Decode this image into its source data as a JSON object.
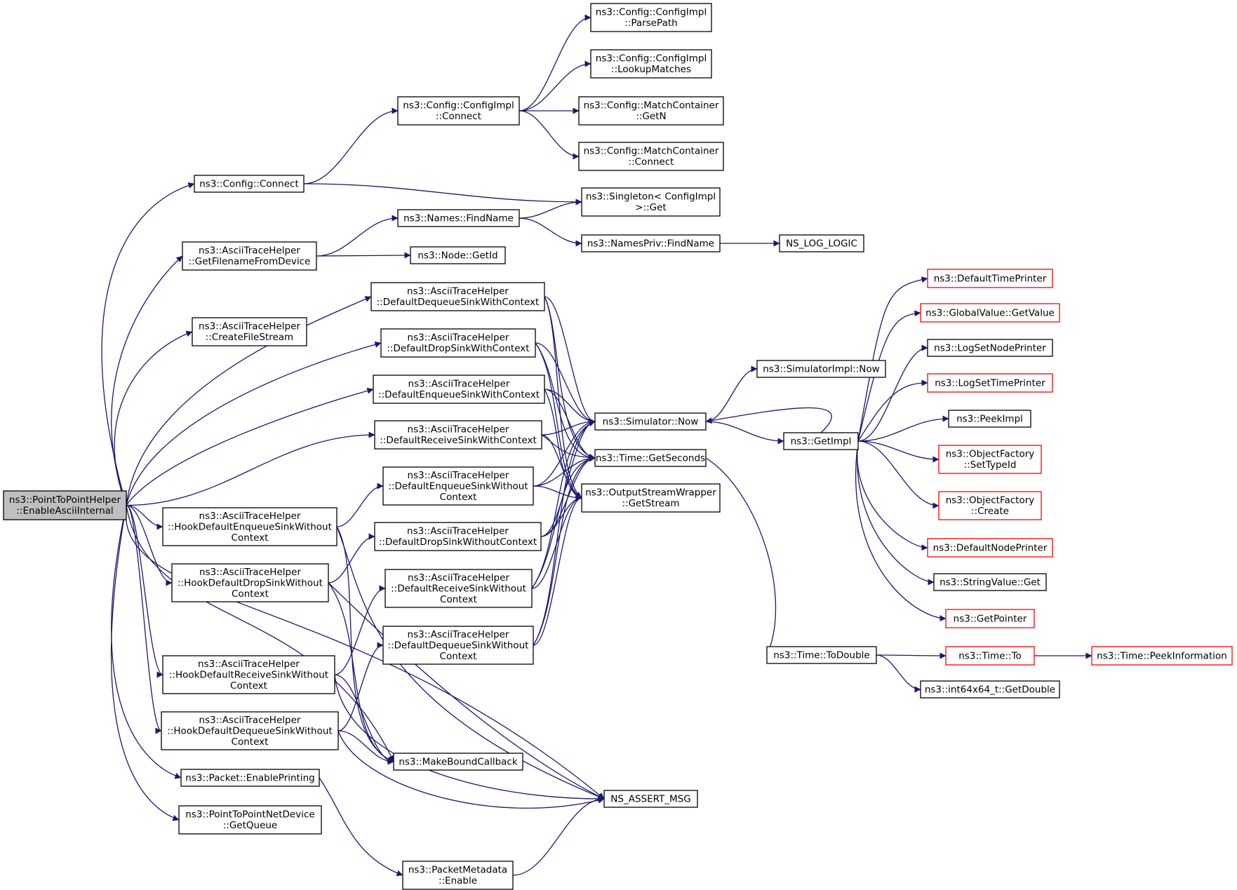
{
  "colors": {
    "edge": "#191970",
    "node_border": "#000000",
    "node_fill": "#ffffff",
    "root_fill": "#bfbfbf",
    "truncated_border": "#ff0000"
  },
  "nodes": [
    {
      "id": "root",
      "lines": [
        "ns3::PointToPointHelper",
        "::EnableAsciiInternal"
      ],
      "style": "root"
    },
    {
      "id": "cfg_connect",
      "lines": [
        "ns3::Config::Connect"
      ]
    },
    {
      "id": "get_filename",
      "lines": [
        "ns3::AsciiTraceHelper",
        "::GetFilenameFromDevice"
      ]
    },
    {
      "id": "create_file_stream",
      "lines": [
        "ns3::AsciiTraceHelper",
        "::CreateFileStream"
      ]
    },
    {
      "id": "hook_enq_wo",
      "lines": [
        "ns3::AsciiTraceHelper",
        "::HookDefaultEnqueueSinkWithout",
        "Context"
      ]
    },
    {
      "id": "hook_drop_wo",
      "lines": [
        "ns3::AsciiTraceHelper",
        "::HookDefaultDropSinkWithout",
        "Context"
      ]
    },
    {
      "id": "hook_recv_wo",
      "lines": [
        "ns3::AsciiTraceHelper",
        "::HookDefaultReceiveSinkWithout",
        "Context"
      ]
    },
    {
      "id": "hook_deq_wo",
      "lines": [
        "ns3::AsciiTraceHelper",
        "::HookDefaultDequeueSinkWithout",
        "Context"
      ]
    },
    {
      "id": "pkt_enable_printing",
      "lines": [
        "ns3::Packet::EnablePrinting"
      ]
    },
    {
      "id": "p2p_get_queue",
      "lines": [
        "ns3::PointToPointNetDevice",
        "::GetQueue"
      ]
    },
    {
      "id": "cfgimpl_connect",
      "lines": [
        "ns3::Config::ConfigImpl",
        "::Connect"
      ]
    },
    {
      "id": "names_findname",
      "lines": [
        "ns3::Names::FindName"
      ]
    },
    {
      "id": "node_getid",
      "lines": [
        "ns3::Node::GetId"
      ]
    },
    {
      "id": "def_deq_ctx",
      "lines": [
        "ns3::AsciiTraceHelper",
        "::DefaultDequeueSinkWithContext"
      ]
    },
    {
      "id": "def_drop_ctx",
      "lines": [
        "ns3::AsciiTraceHelper",
        "::DefaultDropSinkWithContext"
      ]
    },
    {
      "id": "def_enq_ctx",
      "lines": [
        "ns3::AsciiTraceHelper",
        "::DefaultEnqueueSinkWithContext"
      ]
    },
    {
      "id": "def_recv_ctx",
      "lines": [
        "ns3::AsciiTraceHelper",
        "::DefaultReceiveSinkWithContext"
      ]
    },
    {
      "id": "def_enq_wo",
      "lines": [
        "ns3::AsciiTraceHelper",
        "::DefaultEnqueueSinkWithout",
        "Context"
      ]
    },
    {
      "id": "def_drop_wo",
      "lines": [
        "ns3::AsciiTraceHelper",
        "::DefaultDropSinkWithoutContext"
      ]
    },
    {
      "id": "def_recv_wo",
      "lines": [
        "ns3::AsciiTraceHelper",
        "::DefaultReceiveSinkWithout",
        "Context"
      ]
    },
    {
      "id": "def_deq_wo",
      "lines": [
        "ns3::AsciiTraceHelper",
        "::DefaultDequeueSinkWithout",
        "Context"
      ]
    },
    {
      "id": "make_bound_cb",
      "lines": [
        "ns3::MakeBoundCallback"
      ]
    },
    {
      "id": "pktmeta_enable",
      "lines": [
        "ns3::PacketMetadata",
        "::Enable"
      ]
    },
    {
      "id": "cfgimpl_parsepath",
      "lines": [
        "ns3::Config::ConfigImpl",
        "::ParsePath"
      ]
    },
    {
      "id": "cfgimpl_lookupmatches",
      "lines": [
        "ns3::Config::ConfigImpl",
        "::LookupMatches"
      ]
    },
    {
      "id": "mc_getn",
      "lines": [
        "ns3::Config::MatchContainer",
        "::GetN"
      ]
    },
    {
      "id": "mc_connect",
      "lines": [
        "ns3::Config::MatchContainer",
        "::Connect"
      ]
    },
    {
      "id": "singleton_get",
      "lines": [
        "ns3::Singleton< ConfigImpl",
        " >::Get"
      ]
    },
    {
      "id": "namespriv_findname",
      "lines": [
        "ns3::NamesPriv::FindName"
      ]
    },
    {
      "id": "sim_now",
      "lines": [
        "ns3::Simulator::Now"
      ]
    },
    {
      "id": "time_getseconds",
      "lines": [
        "ns3::Time::GetSeconds"
      ]
    },
    {
      "id": "osw_getstream",
      "lines": [
        "ns3::OutputStreamWrapper",
        "::GetStream"
      ]
    },
    {
      "id": "ns_assert_msg",
      "lines": [
        "NS_ASSERT_MSG"
      ]
    },
    {
      "id": "ns_log_logic",
      "lines": [
        "NS_LOG_LOGIC"
      ]
    },
    {
      "id": "simimpl_now",
      "lines": [
        "ns3::SimulatorImpl::Now"
      ]
    },
    {
      "id": "getimpl",
      "lines": [
        "ns3::GetImpl"
      ]
    },
    {
      "id": "time_todouble",
      "lines": [
        "ns3::Time::ToDouble"
      ]
    },
    {
      "id": "def_time_printer",
      "lines": [
        "ns3::DefaultTimePrinter"
      ],
      "style": "truncated"
    },
    {
      "id": "gv_getvalue",
      "lines": [
        "ns3::GlobalValue::GetValue"
      ],
      "style": "truncated"
    },
    {
      "id": "log_set_node_printer",
      "lines": [
        "ns3::LogSetNodePrinter"
      ]
    },
    {
      "id": "log_set_time_printer",
      "lines": [
        "ns3::LogSetTimePrinter"
      ],
      "style": "truncated"
    },
    {
      "id": "peekimpl",
      "lines": [
        "ns3::PeekImpl"
      ]
    },
    {
      "id": "of_settypeid",
      "lines": [
        "ns3::ObjectFactory",
        "::SetTypeId"
      ],
      "style": "truncated"
    },
    {
      "id": "of_create",
      "lines": [
        "ns3::ObjectFactory",
        "::Create"
      ],
      "style": "truncated"
    },
    {
      "id": "def_node_printer",
      "lines": [
        "ns3::DefaultNodePrinter"
      ],
      "style": "truncated"
    },
    {
      "id": "stringvalue_get",
      "lines": [
        "ns3::StringValue::Get"
      ]
    },
    {
      "id": "getpointer",
      "lines": [
        "ns3::GetPointer"
      ],
      "style": "truncated"
    },
    {
      "id": "time_to",
      "lines": [
        "ns3::Time::To"
      ],
      "style": "truncated"
    },
    {
      "id": "int64_getdouble",
      "lines": [
        "ns3::int64x64_t::GetDouble"
      ]
    },
    {
      "id": "time_peekinfo",
      "lines": [
        "ns3::Time::PeekInformation"
      ],
      "style": "truncated"
    }
  ],
  "edges": [
    [
      "root",
      "cfg_connect"
    ],
    [
      "root",
      "get_filename"
    ],
    [
      "root",
      "create_file_stream"
    ],
    [
      "root",
      "def_deq_ctx"
    ],
    [
      "root",
      "def_drop_ctx"
    ],
    [
      "root",
      "def_enq_ctx"
    ],
    [
      "root",
      "def_recv_ctx"
    ],
    [
      "root",
      "hook_enq_wo"
    ],
    [
      "root",
      "hook_drop_wo"
    ],
    [
      "root",
      "hook_recv_wo"
    ],
    [
      "root",
      "hook_deq_wo"
    ],
    [
      "root",
      "pkt_enable_printing"
    ],
    [
      "root",
      "p2p_get_queue"
    ],
    [
      "root",
      "make_bound_cb"
    ],
    [
      "root",
      "ns_assert_msg"
    ],
    [
      "cfg_connect",
      "cfgimpl_connect"
    ],
    [
      "cfg_connect",
      "singleton_get"
    ],
    [
      "cfgimpl_connect",
      "cfgimpl_parsepath"
    ],
    [
      "cfgimpl_connect",
      "cfgimpl_lookupmatches"
    ],
    [
      "cfgimpl_connect",
      "mc_getn"
    ],
    [
      "cfgimpl_connect",
      "mc_connect"
    ],
    [
      "get_filename",
      "names_findname"
    ],
    [
      "get_filename",
      "node_getid"
    ],
    [
      "names_findname",
      "singleton_get"
    ],
    [
      "names_findname",
      "namespriv_findname"
    ],
    [
      "namespriv_findname",
      "ns_log_logic"
    ],
    [
      "def_deq_ctx",
      "sim_now"
    ],
    [
      "def_deq_ctx",
      "time_getseconds"
    ],
    [
      "def_deq_ctx",
      "osw_getstream"
    ],
    [
      "def_drop_ctx",
      "sim_now"
    ],
    [
      "def_drop_ctx",
      "time_getseconds"
    ],
    [
      "def_drop_ctx",
      "osw_getstream"
    ],
    [
      "def_enq_ctx",
      "sim_now"
    ],
    [
      "def_enq_ctx",
      "time_getseconds"
    ],
    [
      "def_enq_ctx",
      "osw_getstream"
    ],
    [
      "def_recv_ctx",
      "sim_now"
    ],
    [
      "def_recv_ctx",
      "time_getseconds"
    ],
    [
      "def_recv_ctx",
      "osw_getstream"
    ],
    [
      "def_enq_wo",
      "sim_now"
    ],
    [
      "def_enq_wo",
      "time_getseconds"
    ],
    [
      "def_enq_wo",
      "osw_getstream"
    ],
    [
      "def_drop_wo",
      "sim_now"
    ],
    [
      "def_drop_wo",
      "time_getseconds"
    ],
    [
      "def_drop_wo",
      "osw_getstream"
    ],
    [
      "def_recv_wo",
      "sim_now"
    ],
    [
      "def_recv_wo",
      "time_getseconds"
    ],
    [
      "def_recv_wo",
      "osw_getstream"
    ],
    [
      "def_deq_wo",
      "sim_now"
    ],
    [
      "def_deq_wo",
      "time_getseconds"
    ],
    [
      "def_deq_wo",
      "osw_getstream"
    ],
    [
      "hook_enq_wo",
      "def_enq_wo"
    ],
    [
      "hook_enq_wo",
      "make_bound_cb"
    ],
    [
      "hook_enq_wo",
      "ns_assert_msg"
    ],
    [
      "hook_drop_wo",
      "def_drop_wo"
    ],
    [
      "hook_drop_wo",
      "make_bound_cb"
    ],
    [
      "hook_drop_wo",
      "ns_assert_msg"
    ],
    [
      "hook_recv_wo",
      "def_recv_wo"
    ],
    [
      "hook_recv_wo",
      "make_bound_cb"
    ],
    [
      "hook_recv_wo",
      "ns_assert_msg"
    ],
    [
      "hook_deq_wo",
      "def_deq_wo"
    ],
    [
      "hook_deq_wo",
      "make_bound_cb"
    ],
    [
      "hook_deq_wo",
      "ns_assert_msg"
    ],
    [
      "pkt_enable_printing",
      "pktmeta_enable"
    ],
    [
      "pktmeta_enable",
      "ns_assert_msg"
    ],
    [
      "sim_now",
      "simimpl_now"
    ],
    [
      "sim_now",
      "getimpl"
    ],
    [
      "time_getseconds",
      "time_todouble"
    ],
    [
      "getimpl",
      "def_time_printer"
    ],
    [
      "getimpl",
      "gv_getvalue"
    ],
    [
      "getimpl",
      "log_set_node_printer"
    ],
    [
      "getimpl",
      "log_set_time_printer"
    ],
    [
      "getimpl",
      "peekimpl"
    ],
    [
      "getimpl",
      "of_settypeid"
    ],
    [
      "getimpl",
      "of_create"
    ],
    [
      "getimpl",
      "def_node_printer"
    ],
    [
      "getimpl",
      "stringvalue_get"
    ],
    [
      "getimpl",
      "getpointer"
    ],
    [
      "getimpl",
      "sim_now"
    ],
    [
      "time_todouble",
      "time_to"
    ],
    [
      "time_todouble",
      "int64_getdouble"
    ],
    [
      "time_to",
      "time_peekinfo"
    ]
  ]
}
